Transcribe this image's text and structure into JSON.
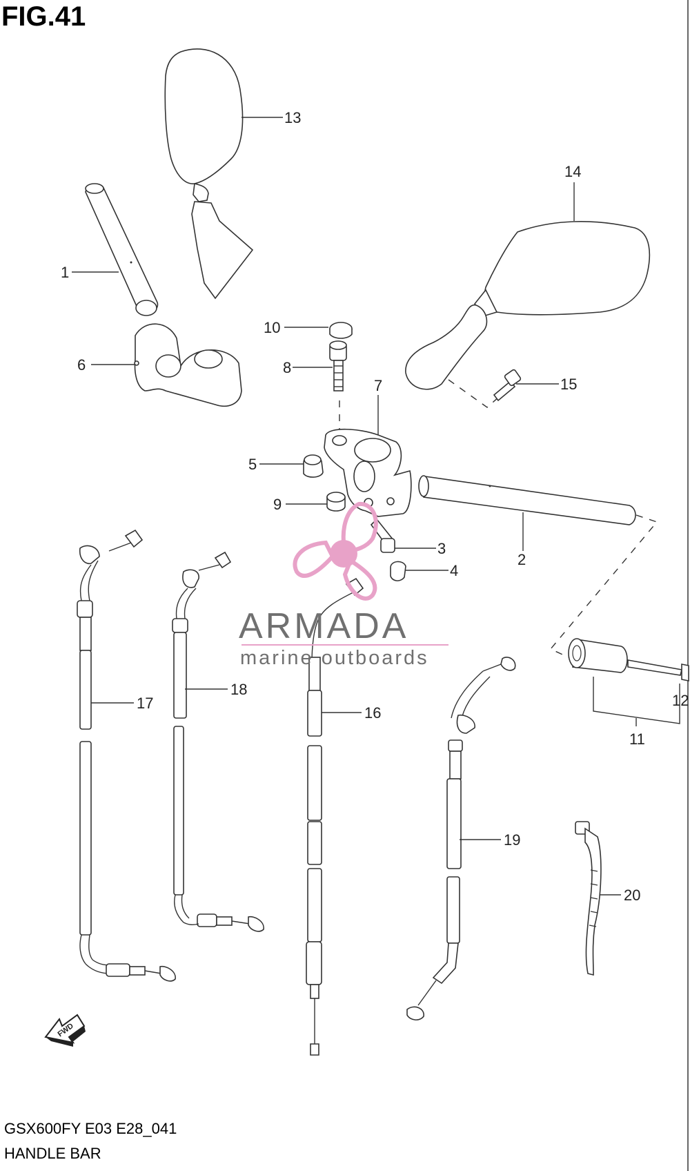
{
  "figure": {
    "title": "FIG.41"
  },
  "footer": {
    "model_code": "GSX600FY E03 E28_041",
    "section_name": "HANDLE BAR"
  },
  "watermark": {
    "brand": "ARMADA",
    "tagline": "marine outboards",
    "accent_color": "#e8a2c8",
    "accent_color_dark": "#d98bb5"
  },
  "fwd_label": "FWD",
  "callouts": {
    "c1": "1",
    "c2": "2",
    "c3": "3",
    "c4": "4",
    "c5": "5",
    "c6": "6",
    "c7": "7",
    "c8": "8",
    "c9": "9",
    "c10": "10",
    "c11": "11",
    "c12": "12",
    "c13": "13",
    "c14": "14",
    "c15": "15",
    "c16": "16",
    "c17": "17",
    "c18": "18",
    "c19": "19",
    "c20": "20"
  }
}
